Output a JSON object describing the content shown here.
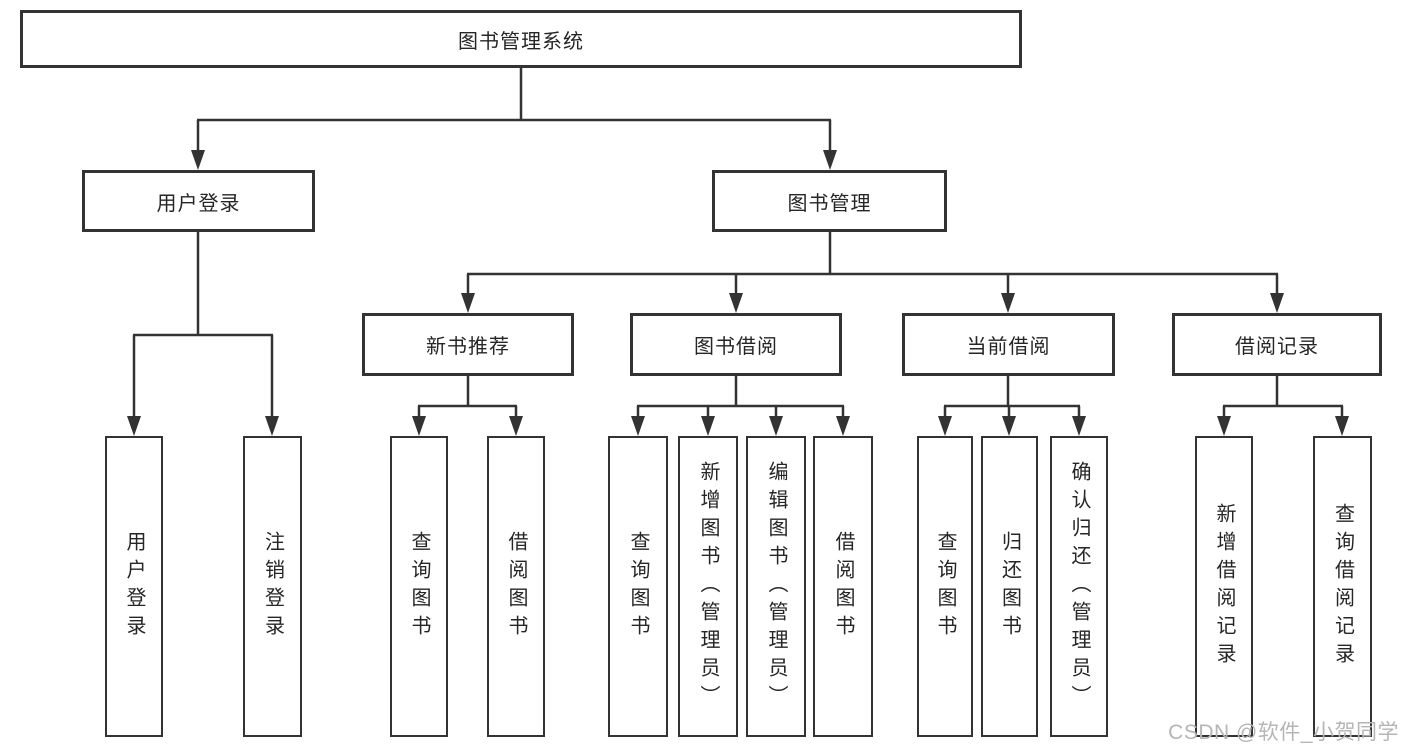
{
  "tree": {
    "label": "图书管理系统",
    "children": [
      {
        "label": "用户登录",
        "children": [
          {
            "label": "用户登录"
          },
          {
            "label": "注销登录"
          }
        ]
      },
      {
        "label": "图书管理",
        "children": [
          {
            "label": "新书推荐",
            "children": [
              {
                "label": "查询图书"
              },
              {
                "label": "借阅图书"
              }
            ]
          },
          {
            "label": "图书借阅",
            "children": [
              {
                "label": "查询图书"
              },
              {
                "label": "新增图书（管理员）"
              },
              {
                "label": "编辑图书（管理员）"
              },
              {
                "label": "借阅图书"
              }
            ]
          },
          {
            "label": "当前借阅",
            "children": [
              {
                "label": "查询图书"
              },
              {
                "label": "归还图书"
              },
              {
                "label": "确认归还（管理员）"
              }
            ]
          },
          {
            "label": "借阅记录",
            "children": [
              {
                "label": "新增借阅记录"
              },
              {
                "label": "查询借阅记录"
              }
            ]
          }
        ]
      }
    ]
  },
  "watermark": "CSDN @软件_小贺同学",
  "colors": {
    "line": "#333333",
    "text": "#262626",
    "watermark": "#b5b5b5",
    "background": "#ffffff"
  }
}
